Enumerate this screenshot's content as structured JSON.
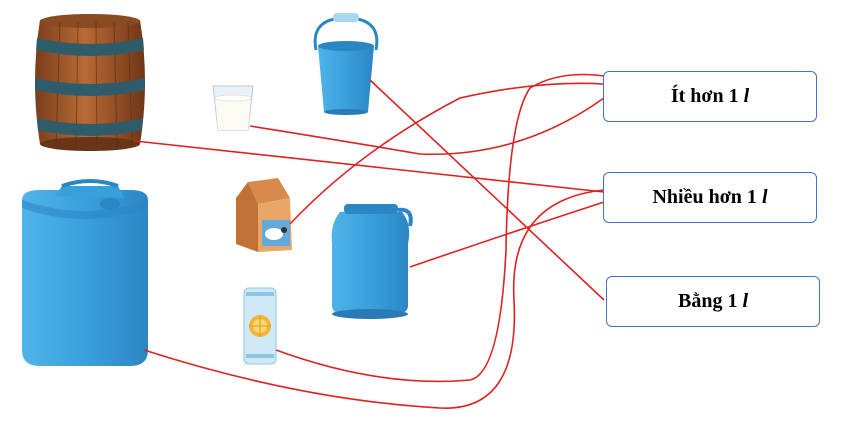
{
  "labels": {
    "less": {
      "text": "Ít hơn 1",
      "unit": "l"
    },
    "more": {
      "text": "Nhiều hơn 1",
      "unit": "l"
    },
    "equal": {
      "text": "Bằng 1",
      "unit": "l"
    }
  },
  "objects": [
    {
      "icon": "wooden-barrel-icon"
    },
    {
      "icon": "glass-of-milk-icon"
    },
    {
      "icon": "small-bucket-icon"
    },
    {
      "icon": "milk-carton-icon"
    },
    {
      "icon": "milk-churn-icon"
    },
    {
      "icon": "water-container-icon"
    },
    {
      "icon": "juice-can-icon"
    }
  ],
  "connections": [
    {
      "from": "wooden-barrel-icon",
      "to": "more"
    },
    {
      "from": "glass-of-milk-icon",
      "to": "less"
    },
    {
      "from": "small-bucket-icon",
      "to": "equal"
    },
    {
      "from": "milk-carton-icon",
      "to": "less"
    },
    {
      "from": "milk-churn-icon",
      "to": "more"
    },
    {
      "from": "water-container-icon",
      "to": "more"
    },
    {
      "from": "juice-can-icon",
      "to": "less"
    }
  ],
  "colors": {
    "line": "#dd2222",
    "box_border": "#4472c4",
    "water_blue": "#3aa0dc",
    "wood": "#a0582c"
  }
}
